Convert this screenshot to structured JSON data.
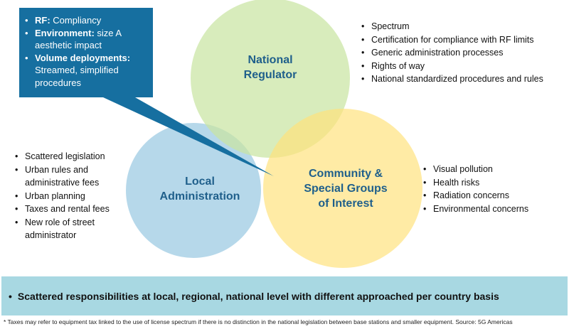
{
  "callout": {
    "items": [
      {
        "bold": "RF:",
        "text": "Compliancy"
      },
      {
        "bold": "Environment:",
        "text": "size A aesthetic impact"
      },
      {
        "bold": "Volume deployments:",
        "text": "Streamed, simplified procedures"
      }
    ],
    "color": "#166fa0"
  },
  "circles": {
    "national": {
      "label": "National Regulator",
      "color": "#c9e4a2"
    },
    "local": {
      "label": "Local Administration",
      "color": "#9ecbe3"
    },
    "community": {
      "label": "Community & Special Groups of Interest",
      "color": "#ffe27a"
    }
  },
  "national_list": [
    "Spectrum",
    "Certification for compliance with RF limits",
    "Generic administration processes",
    "Rights of way",
    "National standardized procedures and rules"
  ],
  "local_list": [
    "Scattered legislation",
    "Urban rules and administrative fees",
    "Urban planning",
    "Taxes and rental fees",
    "New role of street administrator"
  ],
  "community_list": [
    "Visual pollution",
    "Health risks",
    "Radiation concerns",
    "Environmental concerns"
  ],
  "banner": {
    "text": "Scattered responsibilities at local, regional, national level with different approached per country basis",
    "color": "#a8d8e2"
  },
  "footnote": "* Taxes may refer to equipment tax linked to the use of license spectrum if there is no distinction in the national legislation between base stations and smaller equipment. Source: 5G Americas"
}
